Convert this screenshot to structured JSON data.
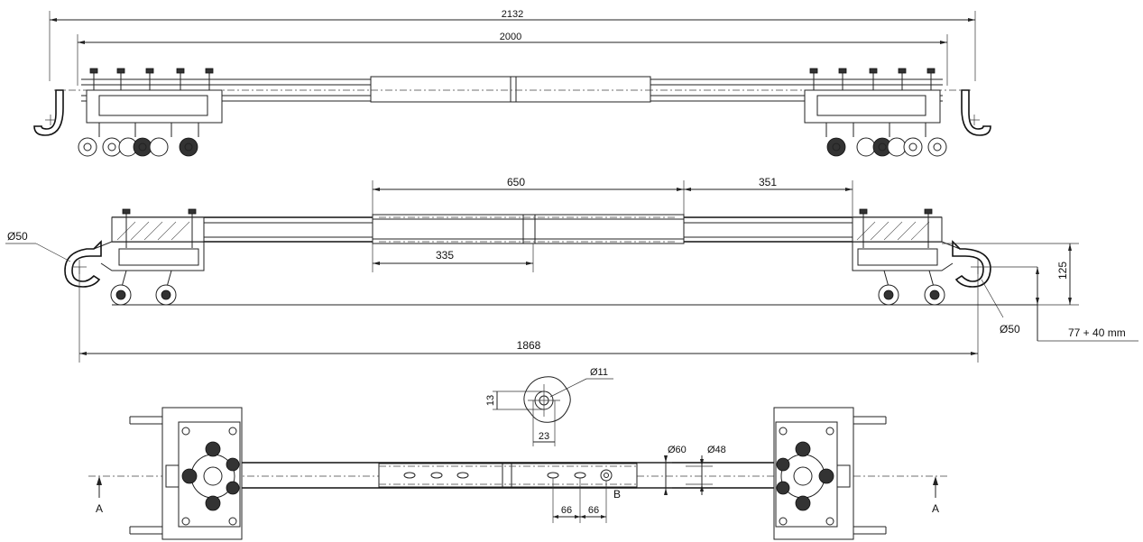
{
  "dimensions": {
    "top_overall": "2132",
    "top_inner": "2000",
    "side_center_span": "650",
    "side_right_span": "351",
    "side_half": "335",
    "side_hook_left": "Ø50",
    "side_hook_right": "Ø50",
    "side_height": "125",
    "side_offset": "77 + 40 mm",
    "side_overall": "1868",
    "detail_hole": "Ø11",
    "detail_height": "13",
    "detail_width": "23",
    "plan_tube_outer": "Ø60",
    "plan_tube_inner": "Ø48",
    "plan_pitch_1": "66",
    "plan_pitch_2": "66",
    "plan_point_b": "B",
    "section_left": "A",
    "section_right": "A"
  },
  "colors": {
    "line": "#222222",
    "background": "#ffffff"
  }
}
